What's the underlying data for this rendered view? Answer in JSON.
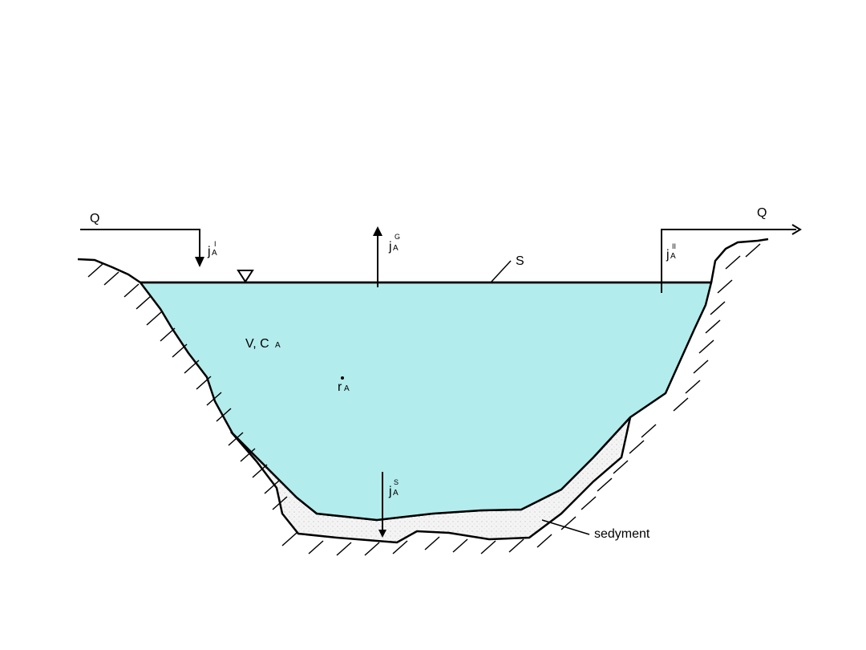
{
  "colors": {
    "water": "#b3ecec",
    "sediment": "#f2f2f2",
    "line": "#000000"
  },
  "labels": {
    "q_in": "Q",
    "q_out": "Q",
    "j_inflow": {
      "base": "j",
      "sub": "A",
      "sup": "I"
    },
    "j_gas": {
      "base": "j",
      "sub": "A",
      "sup": "G"
    },
    "j_outflow": {
      "base": "j",
      "sub": "A",
      "sup": "II"
    },
    "j_sediment": {
      "base": "j",
      "sub": "A",
      "sup": "S"
    },
    "surface": "S",
    "volume": "V, C",
    "volume_sub": "A",
    "reaction": "r",
    "reaction_sub": "A",
    "sediment": "sedyment"
  }
}
